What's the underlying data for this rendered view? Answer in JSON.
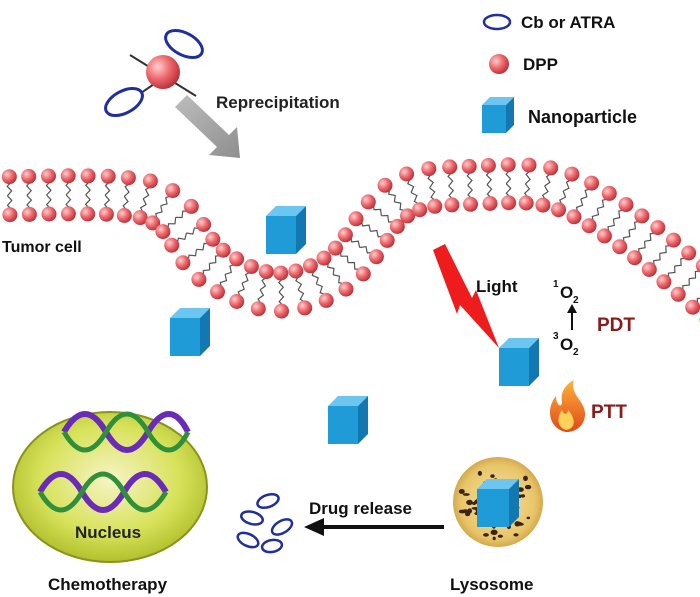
{
  "legend": {
    "drug": "Cb or ATRA",
    "dpp": "DPP",
    "nanoparticle": "Nanoparticle"
  },
  "labels": {
    "reprecipitation": "Reprecipitation",
    "tumor_cell": "Tumor cell",
    "light": "Light",
    "o2_singlet_sup": "1",
    "o2_singlet": "O",
    "o2_singlet_sub": "2",
    "o2_triplet_sup": "3",
    "o2_triplet": "O",
    "o2_triplet_sub": "2",
    "pdt": "PDT",
    "ptt": "PTT",
    "drug_release": "Drug release",
    "nucleus": "Nucleus",
    "chemotherapy": "Chemotherapy",
    "lysosome": "Lysosome"
  },
  "colors": {
    "lipid_head": "#e8505a",
    "cube_front": "#1f9bd8",
    "cube_top": "#6cc6ef",
    "cube_side": "#1478b0",
    "therapy_text": "#8b1a1a",
    "nucleus_fill": "#c8dc3c",
    "drug_outline": "#1f2fa0"
  }
}
